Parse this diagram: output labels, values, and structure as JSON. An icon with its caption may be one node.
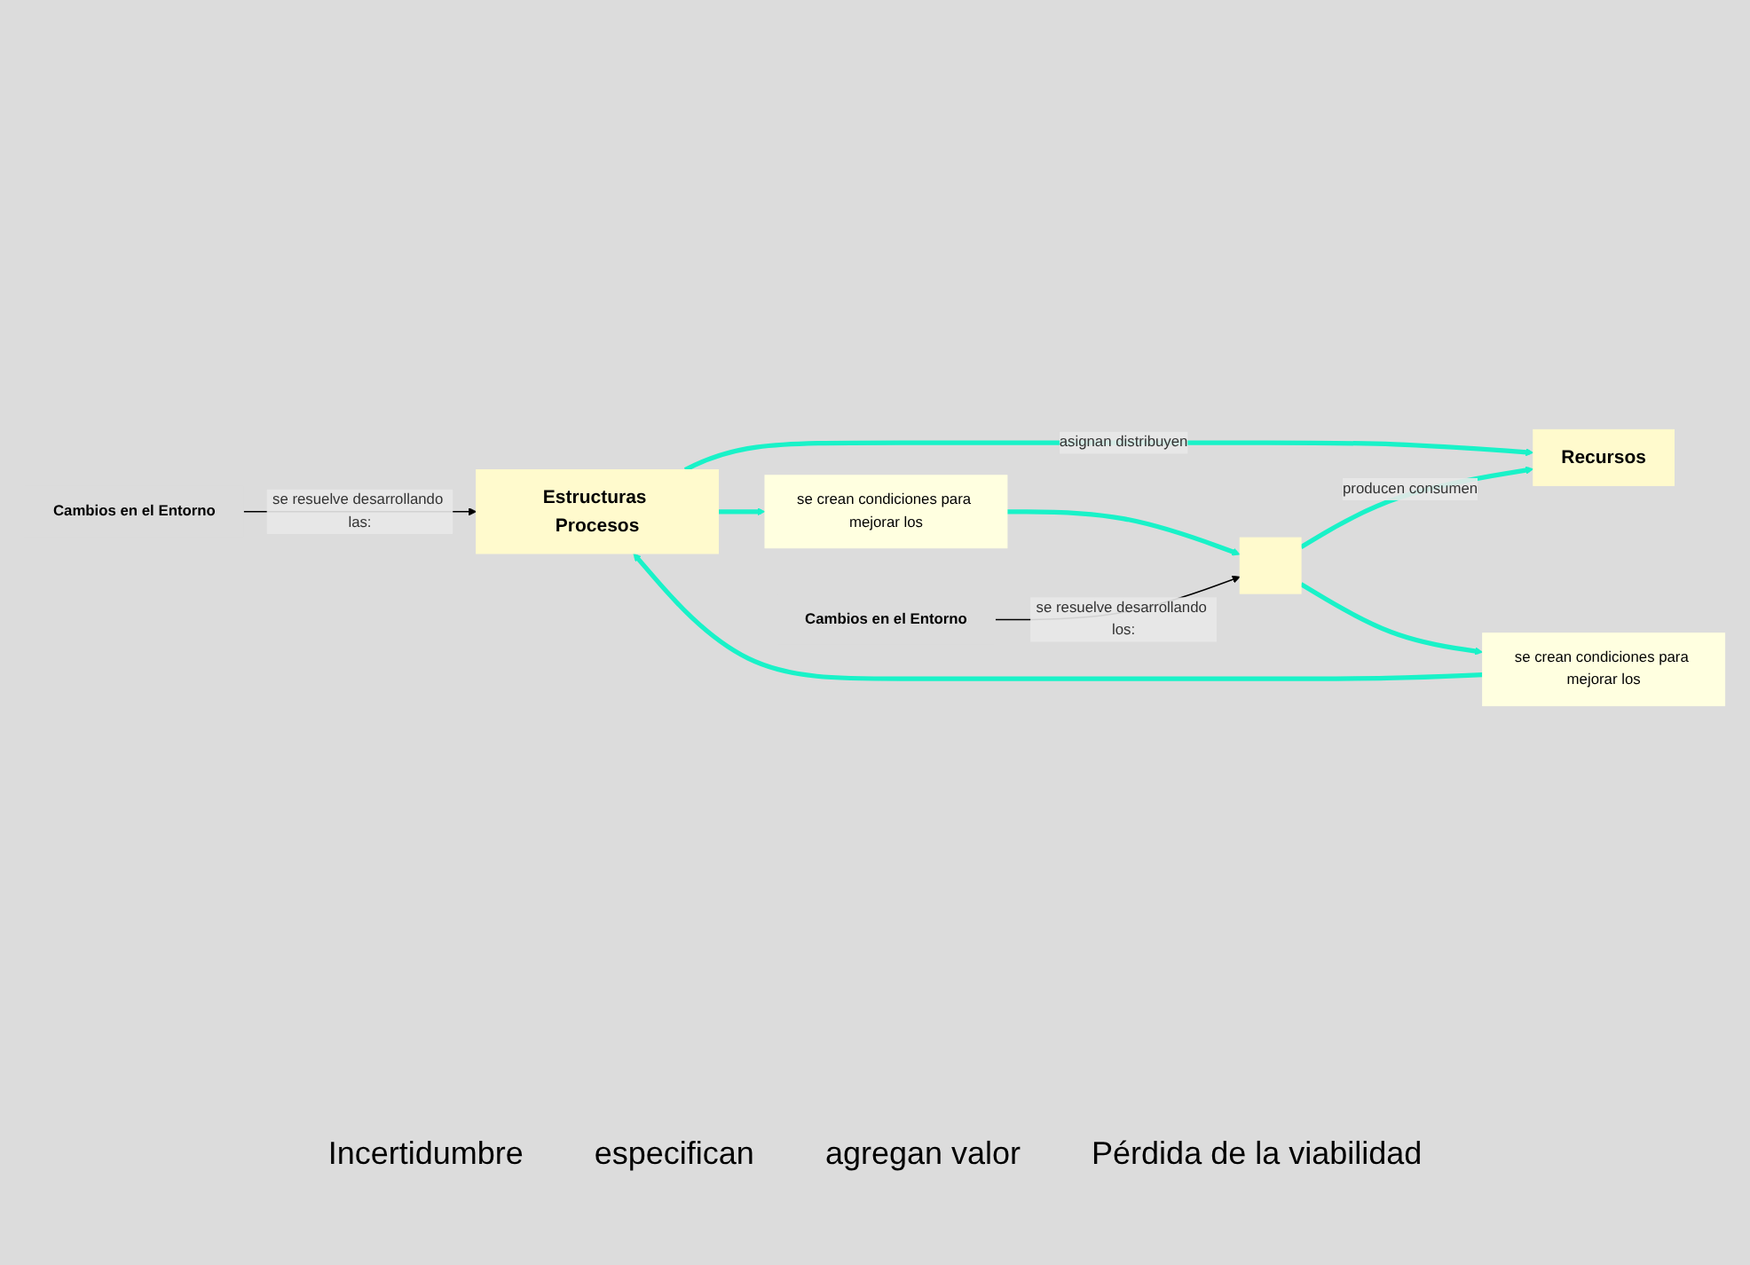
{
  "diagram": {
    "nodes": [
      {
        "text": [
          "Cambios en el Entorno"
        ]
      },
      {
        "text": [
          "Estructuras Procesos"
        ]
      },
      {
        "text": [
          "Recursos"
        ]
      },
      {
        "text": [],
        "shape": "box"
      },
      {
        "text": [
          "se crean condiciones para mejorar los"
        ]
      },
      {
        "text": [
          "se crean condiciones para mejorar los"
        ]
      },
      {
        "text": [
          "Cambios en el Entorno"
        ]
      }
    ],
    "edges": [
      {
        "from": 0,
        "to": 1,
        "arrow": "to",
        "label": "se resuelve desarrollando las:",
        "color": "#000000"
      },
      {
        "from": 1,
        "to": 2,
        "arrow": "to",
        "label": "asignan distribuyen"
      },
      {
        "from": 3,
        "to": 2,
        "arrow": "to",
        "label": "producen consumen"
      },
      {
        "from": 3,
        "to": 4,
        "arrow": "to"
      },
      {
        "from": 4,
        "to": 1,
        "arrow": "to"
      },
      {
        "from": 1,
        "to": 5,
        "arrow": "to"
      },
      {
        "from": 5,
        "to": 3,
        "arrow": "to"
      },
      {
        "from": 6,
        "to": 3,
        "arrow": "to",
        "label": "se resuelve desarrollando los:",
        "color": "#000000"
      }
    ],
    "labels": [
      "Incertidumbre",
      "especifican",
      "agregan valor",
      "Pérdida de la viabilidad"
    ]
  }
}
